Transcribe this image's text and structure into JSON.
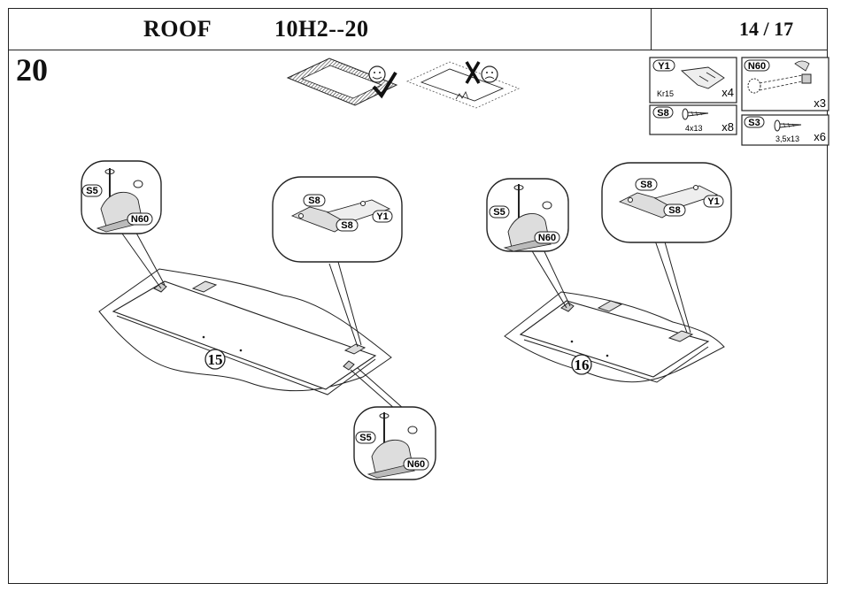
{
  "header": {
    "name": "ROOF",
    "code": "10H2--20",
    "page": "14 / 17"
  },
  "step_number": "20",
  "parts": [
    {
      "id": "Y1",
      "note": "Kr15",
      "qty": "x4"
    },
    {
      "id": "N60",
      "note": "",
      "qty": "x3"
    },
    {
      "id": "S8",
      "note": "4x13",
      "qty": "x8"
    },
    {
      "id": "S3",
      "note": "3,5x13",
      "qty": "x6"
    }
  ],
  "callouts": {
    "s5": "S5",
    "n60": "N60",
    "s8": "S8",
    "y1": "Y1"
  },
  "panels": {
    "left": "15",
    "right": "16"
  }
}
